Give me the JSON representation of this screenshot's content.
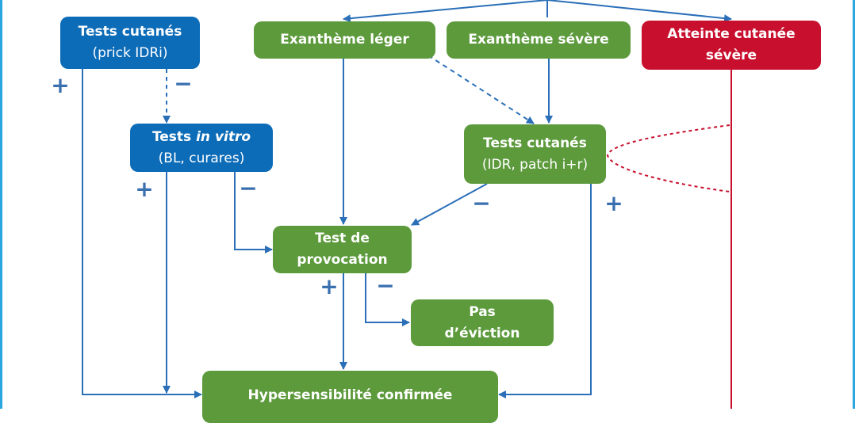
{
  "nodes": {
    "skin_test_prick": {
      "line1": "Tests cutanés",
      "line2": "(prick IDRi)"
    },
    "mild_rash": {
      "line1": "Exanthème léger"
    },
    "severe_rash": {
      "line1": "Exanthème sévère"
    },
    "severe_skin_damage": {
      "line1": "Atteinte cutanée",
      "line2": "sévère"
    },
    "in_vitro_tests": {
      "line1_prefix": "Tests ",
      "line1_italic": "in vitro",
      "line2": "(BL, curares)"
    },
    "skin_test_idr_patch": {
      "line1": "Tests cutanés",
      "line2": "(IDR, patch i+r)"
    },
    "provocation_test": {
      "line1": "Test de",
      "line2": "provocation"
    },
    "no_eviction": {
      "line1": "Pas",
      "line2": "d’éviction"
    },
    "hypersensitivity_confirmed": {
      "line1": "Hypersensibilité confirmée"
    }
  },
  "signs": {
    "plus": "+",
    "minus": "−"
  },
  "colors": {
    "blue_box": "#0d6cb8",
    "green_box": "#5c9a3c",
    "red_box": "#c8102e",
    "arrow": "#2a6fb8",
    "red_line": "#c8102e",
    "sign": "#3a6fb0",
    "frame": "#2aa7e0"
  }
}
